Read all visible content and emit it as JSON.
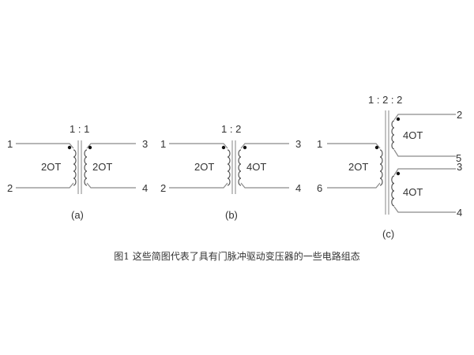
{
  "transformers": {
    "a": {
      "panel_label": "(a)",
      "ratio": "1 : 1",
      "pins": {
        "p1": "1",
        "p2": "2",
        "p3": "3",
        "p4": "4"
      },
      "windings": {
        "primary": "2OT",
        "secondary": "2OT"
      }
    },
    "b": {
      "panel_label": "(b)",
      "ratio": "1 : 2",
      "pins": {
        "p1": "1",
        "p2": "2",
        "p3": "3",
        "p4": "4"
      },
      "windings": {
        "primary": "2OT",
        "secondary": "4OT"
      }
    },
    "c": {
      "panel_label": "(c)",
      "ratio": "1 : 2 : 2",
      "pins": {
        "p1": "1",
        "p6": "6",
        "p2": "2",
        "p5": "5",
        "p3": "3",
        "p4": "4"
      },
      "windings": {
        "primary": "2OT",
        "secondary_top": "4OT",
        "secondary_bottom": "4OT"
      }
    }
  },
  "caption": "图1 这些简图代表了具有门脉冲驱动变压器的一些电路组态"
}
